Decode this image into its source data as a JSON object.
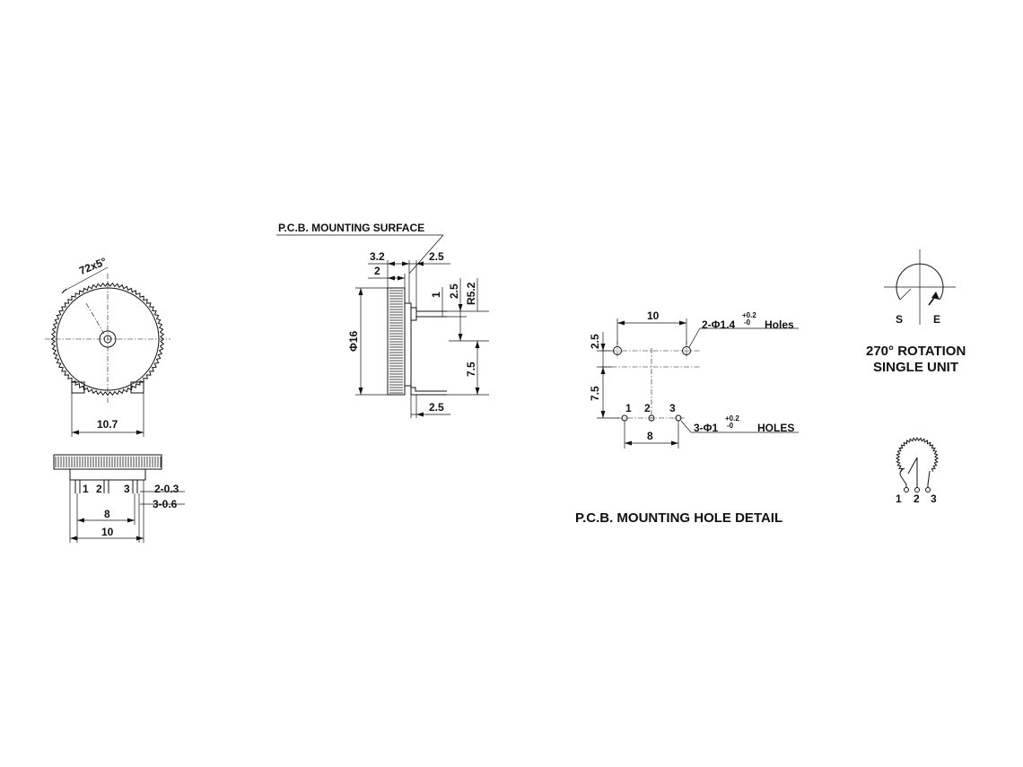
{
  "colors": {
    "ink": "#111111",
    "paper": "#ffffff"
  },
  "front_view": {
    "knurl": "72x5°",
    "width": "10.7"
  },
  "bottom_view": {
    "pin1": "1",
    "pin2": "2",
    "pin3": "3",
    "dim_a": "2-0.3",
    "dim_b": "3-0.6",
    "pitch": "8",
    "total": "10"
  },
  "side_view": {
    "surface_label": "P.C.B. MOUNTING SURFACE",
    "d_3_2": "3.2",
    "d_2": "2",
    "d_2_5_top": "2.5",
    "d_1": "1",
    "d_2_5_v": "2.5",
    "d_r": "R5.2",
    "d_dia": "Φ16",
    "d_7_5": "7.5",
    "d_2_5_bot": "2.5"
  },
  "hole_detail": {
    "spacing": "10",
    "big_holes": "2-Φ1.4",
    "big_tol_plus": "+0.2",
    "big_tol_minus": "-0",
    "big_suffix": "Holes",
    "v_2_5": "2.5",
    "v_7_5": "7.5",
    "pin1": "1",
    "pin2": "2",
    "pin3": "3",
    "small_holes": "3-Φ1",
    "small_tol_plus": "+0.2",
    "small_tol_minus": "-0",
    "small_suffix": "HOLES",
    "pitch": "8",
    "title": "P.C.B. MOUNTING HOLE DETAIL"
  },
  "rotation": {
    "start": "S",
    "end": "E",
    "line1": "270° ROTATION",
    "line2": "SINGLE UNIT"
  },
  "schematic": {
    "pin1": "1",
    "pin2": "2",
    "pin3": "3"
  }
}
